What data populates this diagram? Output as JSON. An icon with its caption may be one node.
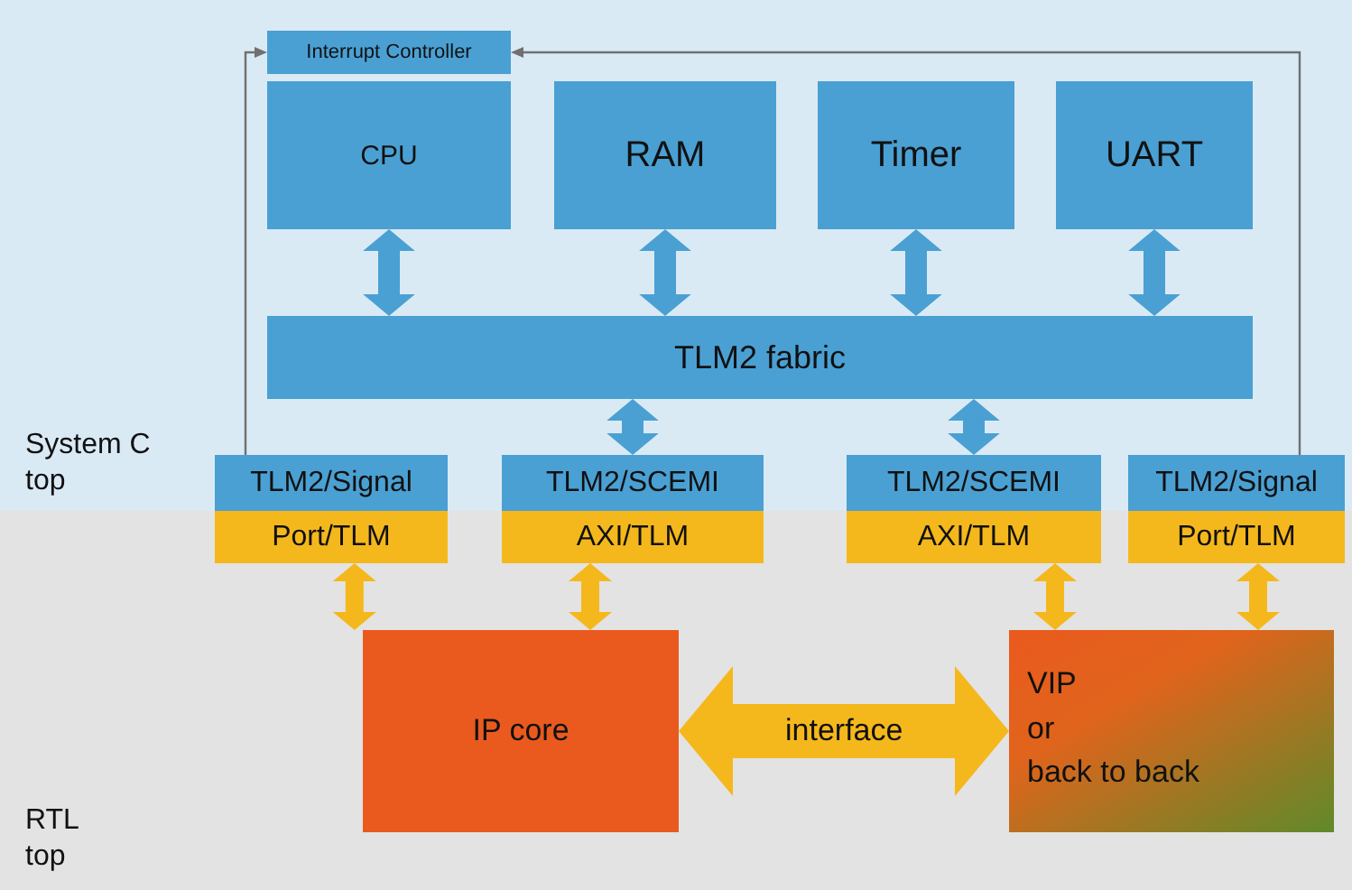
{
  "diagram": {
    "nodes": [
      {
        "text": [
          "System C top"
        ]
      },
      {
        "text": [
          "RTL top"
        ]
      },
      {
        "text": [
          "Interrupt Controller"
        ],
        "in": 0
      },
      {
        "text": [
          "CPU"
        ],
        "in": 0
      },
      {
        "text": [
          "RAM"
        ],
        "in": 0
      },
      {
        "text": [
          "Timer"
        ],
        "in": 0
      },
      {
        "text": [
          "UART"
        ],
        "in": 0
      },
      {
        "text": [
          "TLM2 fabric"
        ],
        "in": 0
      },
      {
        "text": [
          "TLM2/Signal"
        ],
        "in": 0
      },
      {
        "text": [
          "Port/TLM"
        ],
        "in": 1
      },
      {
        "text": [
          "TLM2/SCEMI"
        ],
        "in": 0
      },
      {
        "text": [
          "AXI/TLM"
        ],
        "in": 1
      },
      {
        "text": [
          "TLM2/SCEMI"
        ],
        "in": 0
      },
      {
        "text": [
          "AXI/TLM"
        ],
        "in": 1
      },
      {
        "text": [
          "TLM2/Signal"
        ],
        "in": 0
      },
      {
        "text": [
          "Port/TLM"
        ],
        "in": 1
      },
      {
        "text": [
          "IP core"
        ],
        "in": 1
      },
      {
        "text": [
          "VIP",
          "or",
          "back to back"
        ],
        "in": 1
      }
    ],
    "edges": [
      {
        "from": 3,
        "to": 7,
        "arrow": "both"
      },
      {
        "from": 4,
        "to": 7,
        "arrow": "both"
      },
      {
        "from": 5,
        "to": 7,
        "arrow": "both"
      },
      {
        "from": 6,
        "to": 7,
        "arrow": "both"
      },
      {
        "from": 7,
        "to": 10,
        "arrow": "both"
      },
      {
        "from": 7,
        "to": 12,
        "arrow": "both"
      },
      {
        "from": 9,
        "to": 16,
        "arrow": "both",
        "color": "#f5b81c"
      },
      {
        "from": 11,
        "to": 16,
        "arrow": "both",
        "color": "#f5b81c"
      },
      {
        "from": 13,
        "to": 17,
        "arrow": "both",
        "color": "#f5b81c"
      },
      {
        "from": 15,
        "to": 17,
        "arrow": "both",
        "color": "#f5b81c"
      },
      {
        "from": 16,
        "to": 17,
        "arrow": "both",
        "style": "thick",
        "color": "#f5b81c",
        "label": "interface"
      },
      {
        "from": 8,
        "to": 2,
        "arrow": "to",
        "color": "#707070"
      },
      {
        "from": 14,
        "to": 2,
        "arrow": "to",
        "color": "#707070"
      }
    ]
  }
}
